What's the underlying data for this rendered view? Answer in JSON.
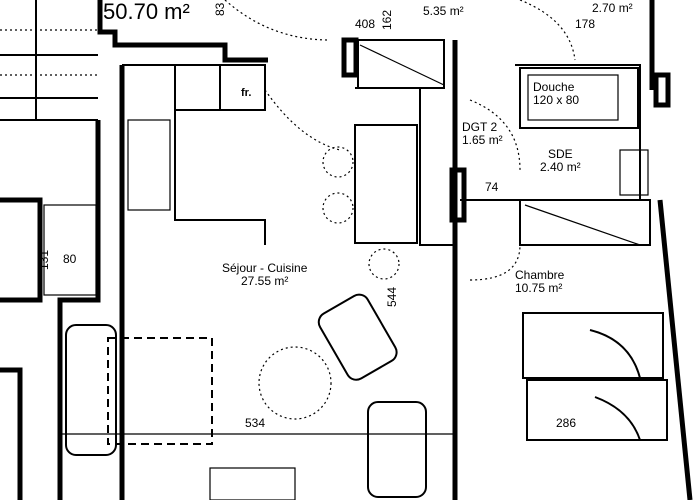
{
  "plan": {
    "total_area": "50.70 m²",
    "rooms": [
      {
        "name": "Séjour - Cuisine",
        "area": "27.55 m²"
      },
      {
        "name": "Chambre",
        "area": "10.75 m²"
      },
      {
        "name": "DGT 2",
        "area": "1.65 m²"
      },
      {
        "name": "SDE",
        "area": "2.40 m²"
      },
      {
        "name": "",
        "area": "5.35 m²"
      },
      {
        "name": "",
        "area": "2.70 m²"
      }
    ],
    "fixtures": {
      "shower": {
        "name": "Douche",
        "size": "120 x 80"
      },
      "fridge": "fr.",
      "bath_width": "80",
      "bath_length": "131"
    },
    "dimensions": {
      "d408": "408",
      "d162": "162",
      "d178": "178",
      "d74": "74",
      "d544": "544",
      "d534": "534",
      "d286": "286",
      "d83": "83"
    }
  }
}
